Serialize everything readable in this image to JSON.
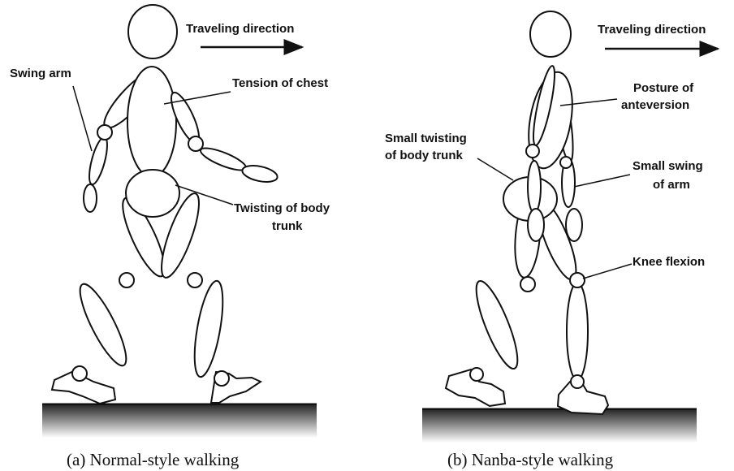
{
  "panels": [
    {
      "caption": "(a) Normal-style walking",
      "labels": {
        "traveling_direction": "Traveling direction",
        "swing_arm": "Swing arm",
        "tension_of_chest": "Tension of chest",
        "twisting_line1": "Twisting of body",
        "twisting_line2": "trunk"
      }
    },
    {
      "caption": "(b) Nanba-style walking",
      "labels": {
        "traveling_direction": "Traveling direction",
        "posture_line1": "Posture of",
        "posture_line2": "anteversion",
        "small_twisting_line1": "Small twisting",
        "small_twisting_line2": "of body trunk",
        "small_swing_line1": "Small swing",
        "small_swing_line2": "of arm",
        "knee_flexion": "Knee flexion"
      }
    }
  ],
  "colors": {
    "ink": "#111111",
    "ground_top": "#2a2a2a",
    "ground_bottom": "#ffffff"
  }
}
